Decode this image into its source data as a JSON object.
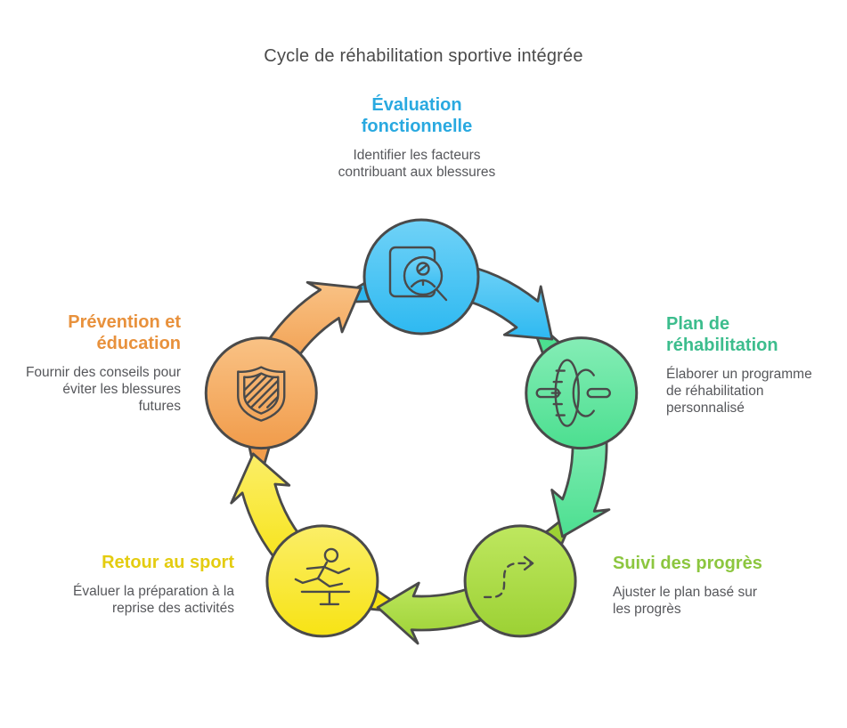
{
  "title": "Cycle de réhabilitation sportive intégrée",
  "title_color": "#4A4A4A",
  "desc_color": "#56575B",
  "outline_color": "#4A4A4A",
  "background": "#FFFFFF",
  "nodes": [
    {
      "id": "evaluation-fonctionnelle",
      "icon": "person-search",
      "heading_lines": [
        "Évaluation",
        "fonctionnelle"
      ],
      "desc_lines": [
        "Identifier les facteurs",
        "contribuant aux blessures"
      ],
      "heading_color": "#29A9E0",
      "fill_light": "#70D2F7",
      "fill_dark": "#2EB9F1"
    },
    {
      "id": "plan-de-rehabilitation",
      "icon": "exercise-wheel",
      "heading_lines": [
        "Plan de",
        "réhabilitation"
      ],
      "desc_lines": [
        "Élaborer un programme",
        "de réhabilitation",
        "personnalisé"
      ],
      "heading_color": "#3CBD8D",
      "fill_light": "#85EDB6",
      "fill_dark": "#4CDF90"
    },
    {
      "id": "suivi-des-progres",
      "icon": "progress-path",
      "heading_lines": [
        "Suivi des progrès"
      ],
      "desc_lines": [
        "Ajuster le plan basé sur",
        "les progrès"
      ],
      "heading_color": "#8CC63F",
      "fill_light": "#BEE75F",
      "fill_dark": "#9CD134"
    },
    {
      "id": "retour-au-sport",
      "icon": "hurdler",
      "heading_lines": [
        "Retour au sport"
      ],
      "desc_lines": [
        "Évaluer la préparation à la",
        "reprise des activités"
      ],
      "heading_color": "#E4CC10",
      "fill_light": "#FBEE68",
      "fill_dark": "#F7E314"
    },
    {
      "id": "prevention-et-education",
      "icon": "shield",
      "heading_lines": [
        "Prévention et",
        "éducation"
      ],
      "desc_lines": [
        "Fournir des conseils pour",
        "éviter les blessures",
        "futures"
      ],
      "heading_color": "#E8913C",
      "fill_light": "#F9C285",
      "fill_dark": "#F19C4B"
    }
  ]
}
